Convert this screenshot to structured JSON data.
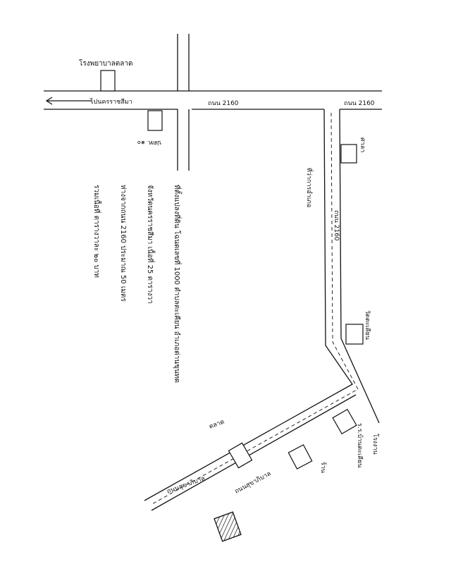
{
  "map": {
    "labels": {
      "hospital": "โรงพยาบาลตลาด",
      "to_city": "ไปนครราชสีมา",
      "highway_left": "ถนน 2160",
      "highway_right": "ถนน 2160",
      "km_marker": "ปตท. ๑๐",
      "district_office": "ที่ว่าการอำเภอ",
      "temple_name": "วัดตะเคียน",
      "road_vertical": "ถนน 2160",
      "village_road": "ถนนสุขาภิบาล",
      "school": "ร.ร.บ้านตะเคียน",
      "factory": "โรงงาน",
      "shop": "ร้าน",
      "market": "ตลาด",
      "right_building": "ศาลา",
      "bottom_road": "ถนนสุขาภิบาล"
    },
    "note_lines": [
      "ที่ตั้งแปลงที่ดิน โฉนดเลขที่ 1000 ตำบลตะเคียน อำเภอด่านขุนทด",
      "จังหวัดนครราชสีมา เนื้อที่ 25 ตารางวา",
      "ห่างจากถนน 2160 ประมาณ 50 เมตร",
      "รวมเนื้อที่ ตารางวาละ ๒๐ บาท"
    ]
  }
}
